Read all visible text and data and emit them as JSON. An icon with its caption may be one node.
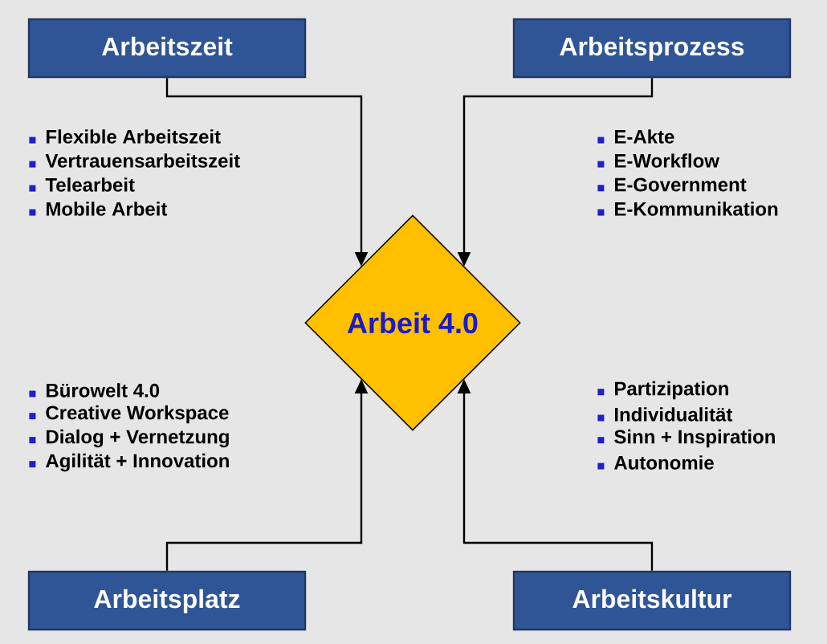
{
  "diagram": {
    "nodes": [
      {
        "text": [
          "Arbeitszeit"
        ],
        "beside": [
          "Flexible Arbeitszeit",
          "Vertrauensarbeitszeit",
          "Telearbeit",
          "Mobile Arbeit"
        ]
      },
      {
        "text": [
          "Arbeitsprozess"
        ],
        "beside": [
          "E-Akte",
          "E-Workflow",
          "E-Government",
          "E-Kommunikation"
        ]
      },
      {
        "text": [
          "Arbeit 4.0"
        ]
      },
      {
        "text": [
          "Arbeitsplatz"
        ],
        "beside": [
          "Bürowelt 4.0",
          "Creative Workspace",
          "Dialog + Vernetzung",
          "Agilität + Innovation"
        ]
      },
      {
        "text": [
          "Arbeitskultur"
        ],
        "beside": [
          "Partizipation",
          "Individualität",
          "Sinn + Inspiration",
          "Autonomie"
        ]
      }
    ],
    "edges": [
      {
        "from": 0,
        "to": 2,
        "arrow": "to"
      },
      {
        "from": 1,
        "to": 2,
        "arrow": "to"
      },
      {
        "from": 3,
        "to": 2,
        "arrow": "to"
      },
      {
        "from": 4,
        "to": 2,
        "arrow": "to"
      }
    ]
  }
}
